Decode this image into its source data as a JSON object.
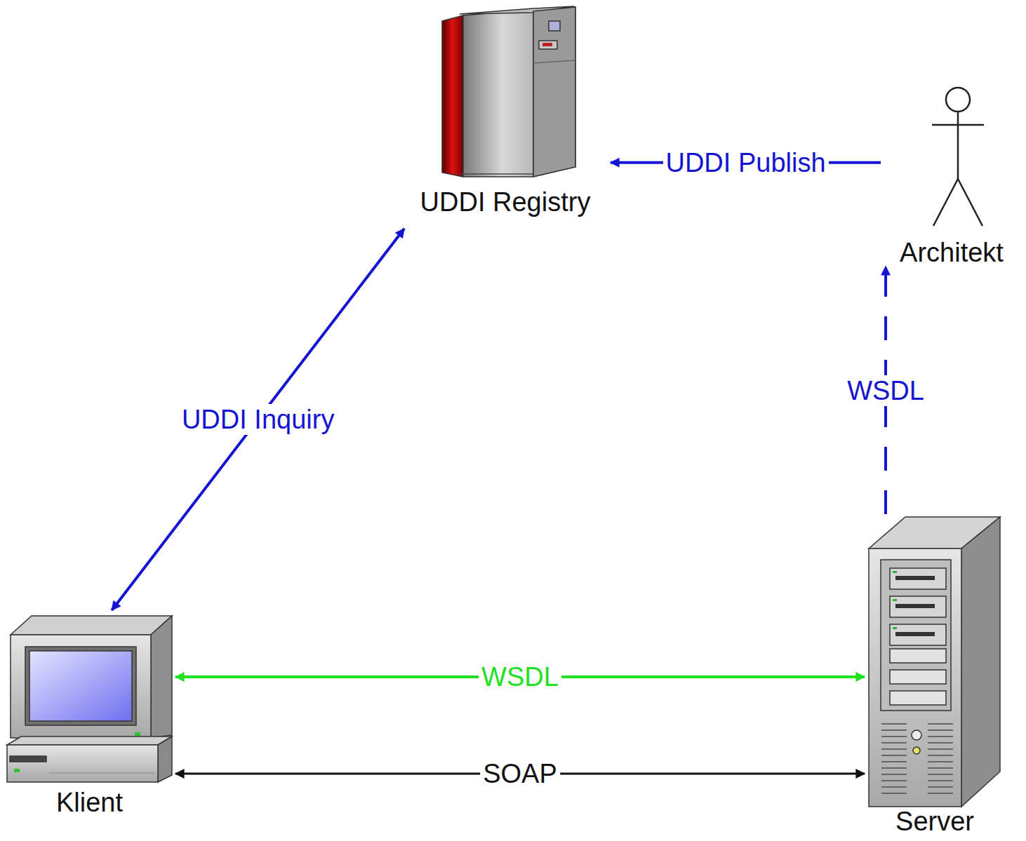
{
  "diagram": {
    "nodes": [
      {
        "text": [
          "UDDI Registry"
        ]
      },
      {
        "text": [
          "Architekt"
        ]
      },
      {
        "text": [
          "Klient"
        ]
      },
      {
        "text": [
          "Server"
        ]
      }
    ],
    "edges": [
      {
        "from": 1,
        "to": 0,
        "label": "UDDI Publish",
        "arrow": "to"
      },
      {
        "from": 2,
        "to": 0,
        "label": "UDDI Inquiry",
        "arrow": "both"
      },
      {
        "from": 3,
        "to": 1,
        "label": "WSDL",
        "arrow": "to"
      },
      {
        "from": 2,
        "to": 3,
        "label": "WSDL",
        "arrow": "both"
      },
      {
        "from": 2,
        "to": 3,
        "label": "SOAP",
        "arrow": "both"
      }
    ]
  }
}
